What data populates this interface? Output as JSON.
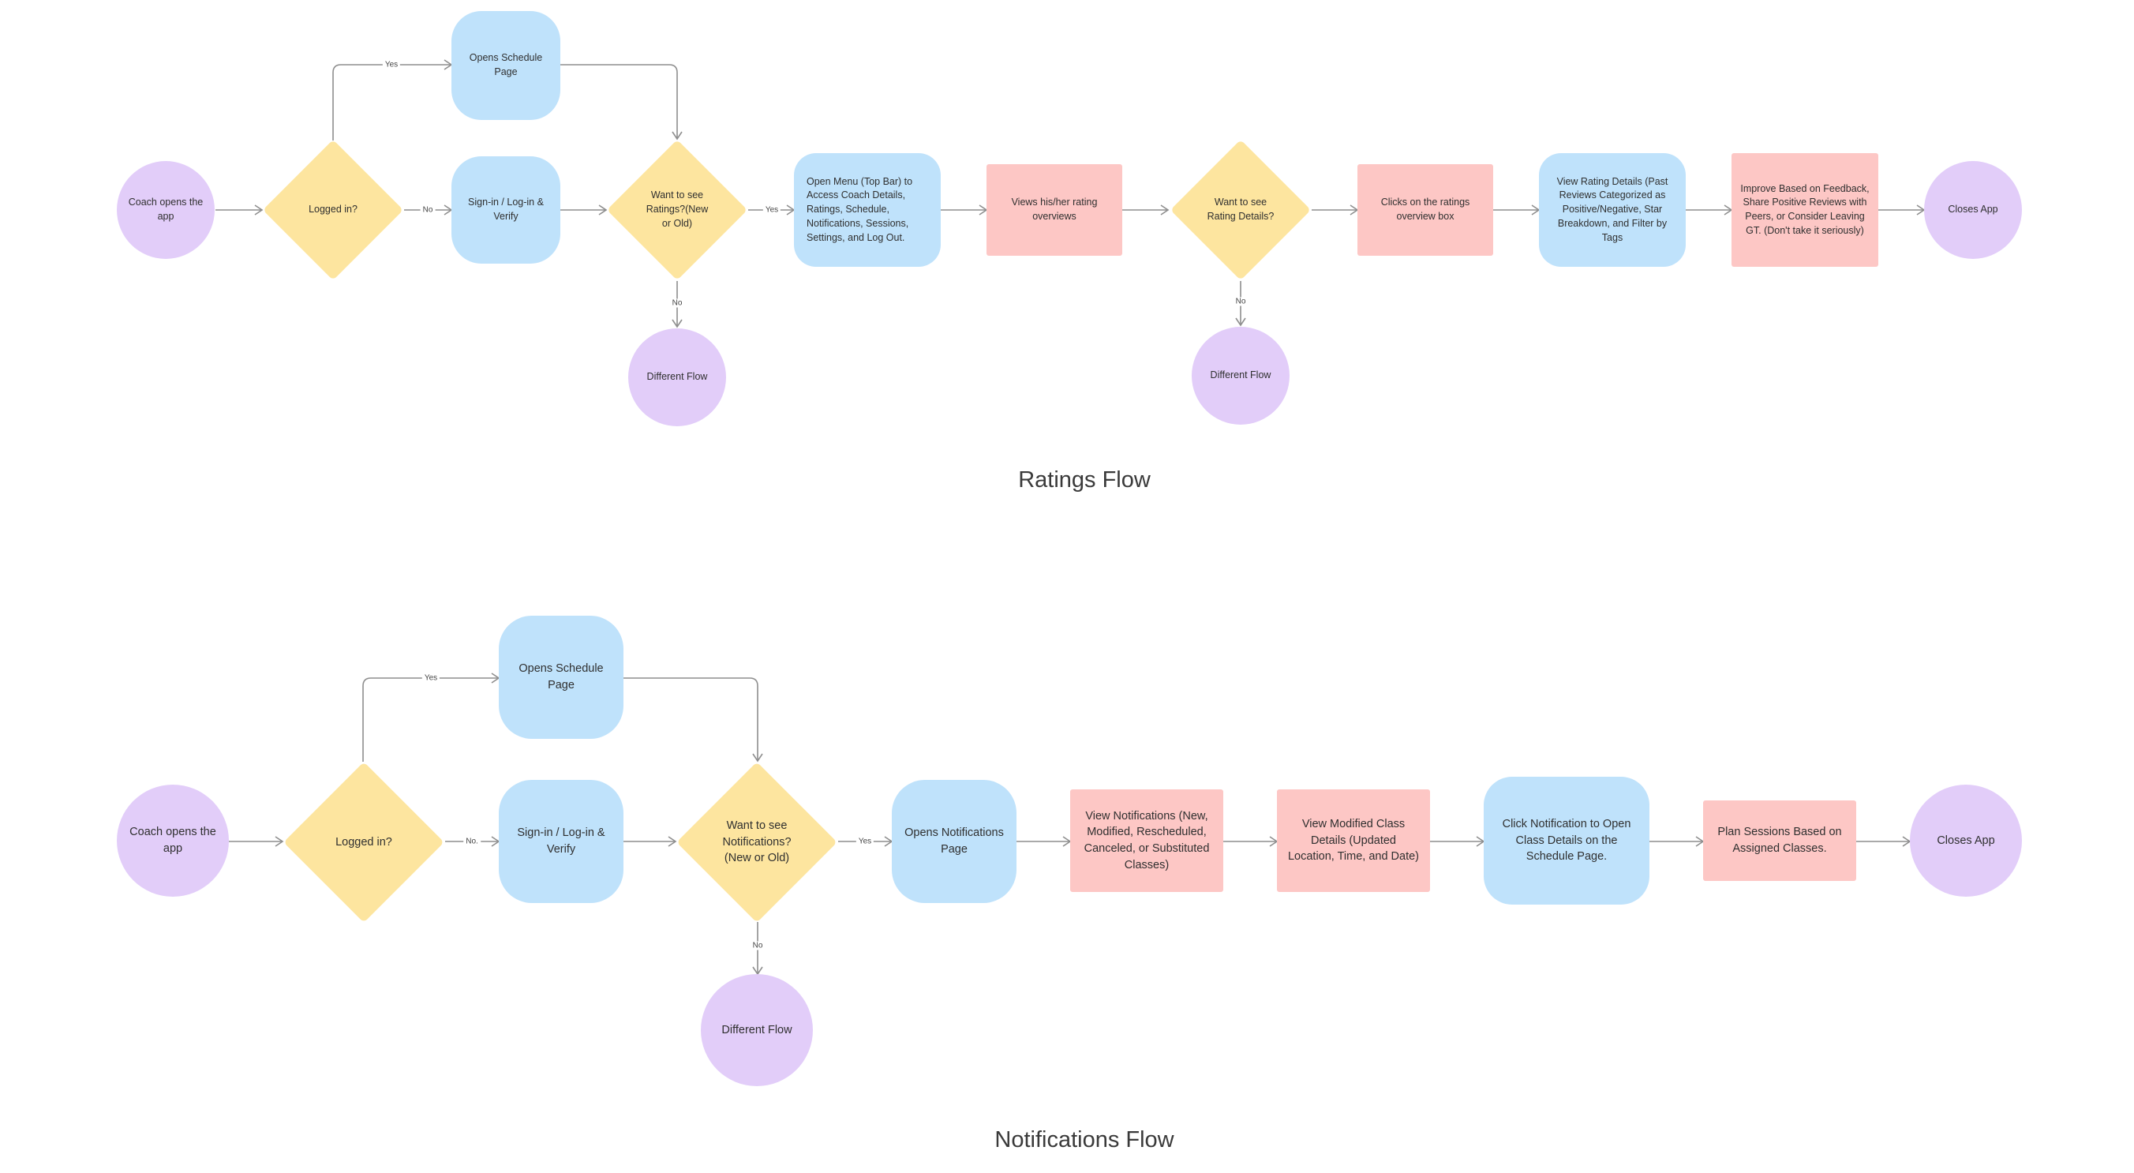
{
  "colors": {
    "terminal": "#e2cdf9",
    "process": "#bfe2fb",
    "decision": "#fde59f",
    "action": "#fdc7c5",
    "connector": "#8e8e8e"
  },
  "ratings": {
    "title": "Ratings Flow",
    "start": "Coach opens the app",
    "logged_in": "Logged in?",
    "schedule": "Opens Schedule Page",
    "signin": "Sign-in / Log-in & Verify",
    "want_ratings": "Want to see Ratings?(New or Old)",
    "different_flow_1": "Different Flow",
    "open_menu": "Open Menu (Top Bar) to Access Coach Details, Ratings, Schedule, Notifications, Sessions, Settings, and Log Out.",
    "views_overviews": "Views his/her rating overviews",
    "want_details": "Want to see Rating Details?",
    "different_flow_2": "Different Flow",
    "clicks_overview": "Clicks on the ratings overview box",
    "view_details": "View Rating Details (Past Reviews Categorized as Positive/Negative, Star Breakdown, and Filter by Tags",
    "improve": "Improve Based on Feedback, Share Positive Reviews with Peers, or Consider Leaving GT. (Don't take it seriously)",
    "closes": "Closes App",
    "yes_label": "Yes",
    "no_label_1": "No",
    "yes_label_2": "Yes",
    "no_label_2": "No",
    "no_label_3": "No"
  },
  "notifications": {
    "title": "Notifications Flow",
    "start": "Coach opens the app",
    "logged_in": "Logged in?",
    "schedule": "Opens Schedule Page",
    "signin": "Sign-in / Log-in & Verify",
    "want_notifications": "Want to see Notifications? (New or Old)",
    "different_flow": "Different Flow",
    "opens_page": "Opens Notifications Page",
    "view_notifications": "View Notifications (New, Modified, Rescheduled, Canceled, or Substituted Classes)",
    "view_modified": "View Modified Class Details (Updated Location, Time, and Date)",
    "click_notification": "Click Notification to Open Class Details on the Schedule Page.",
    "plan_sessions": "Plan Sessions Based on Assigned Classes.",
    "closes": "Closes App",
    "yes_label": "Yes",
    "no_label_1": "No.",
    "yes_label_2": "Yes",
    "no_label_2": "No"
  }
}
